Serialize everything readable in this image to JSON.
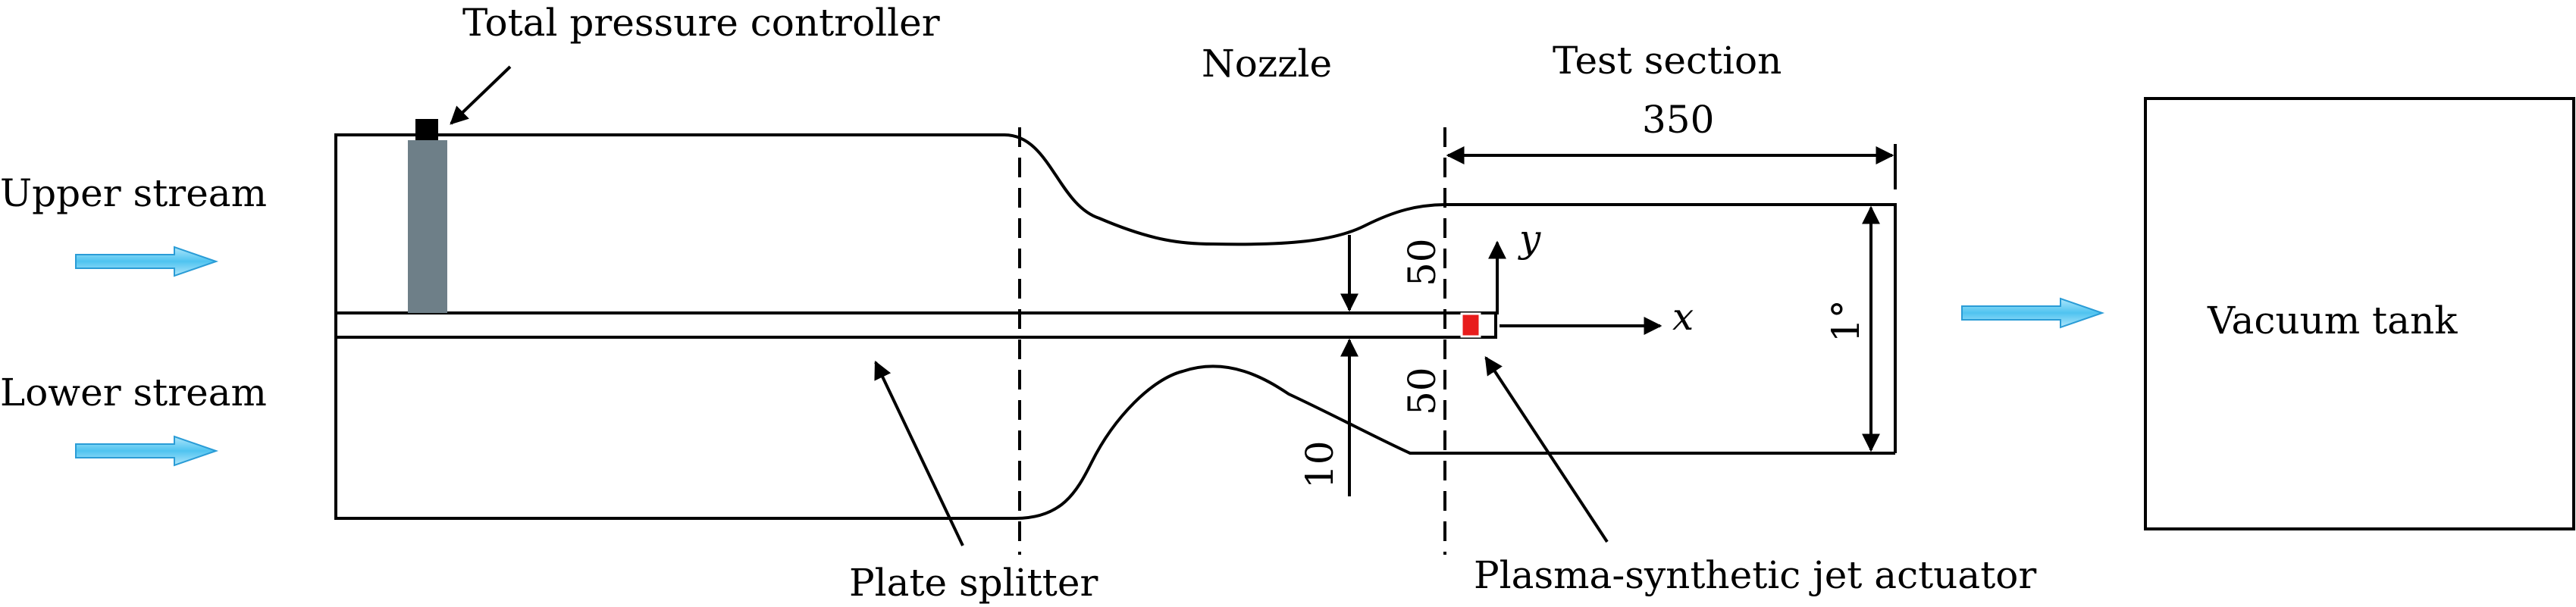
{
  "labels": {
    "total_pressure_controller": "Total pressure controller",
    "nozzle": "Nozzle",
    "test_section": "Test section",
    "upper_stream": "Upper stream",
    "lower_stream": "Lower stream",
    "vacuum_tank": "Vacuum tank",
    "plate_splitter": "Plate splitter",
    "actuator": "Plasma-synthetic jet actuator"
  },
  "dimensions": {
    "test_section_length": "350",
    "upper_height": "50",
    "lower_height": "50",
    "splitter_gap": "10",
    "divergence_angle": "1°"
  },
  "axes": {
    "x": "x",
    "y": "y"
  },
  "colors": {
    "flow_arrow": "#5cc8f0",
    "pressure_controller_body": "#6e7f88",
    "pressure_controller_cap": "#000000",
    "actuator": "#e81c1c"
  }
}
